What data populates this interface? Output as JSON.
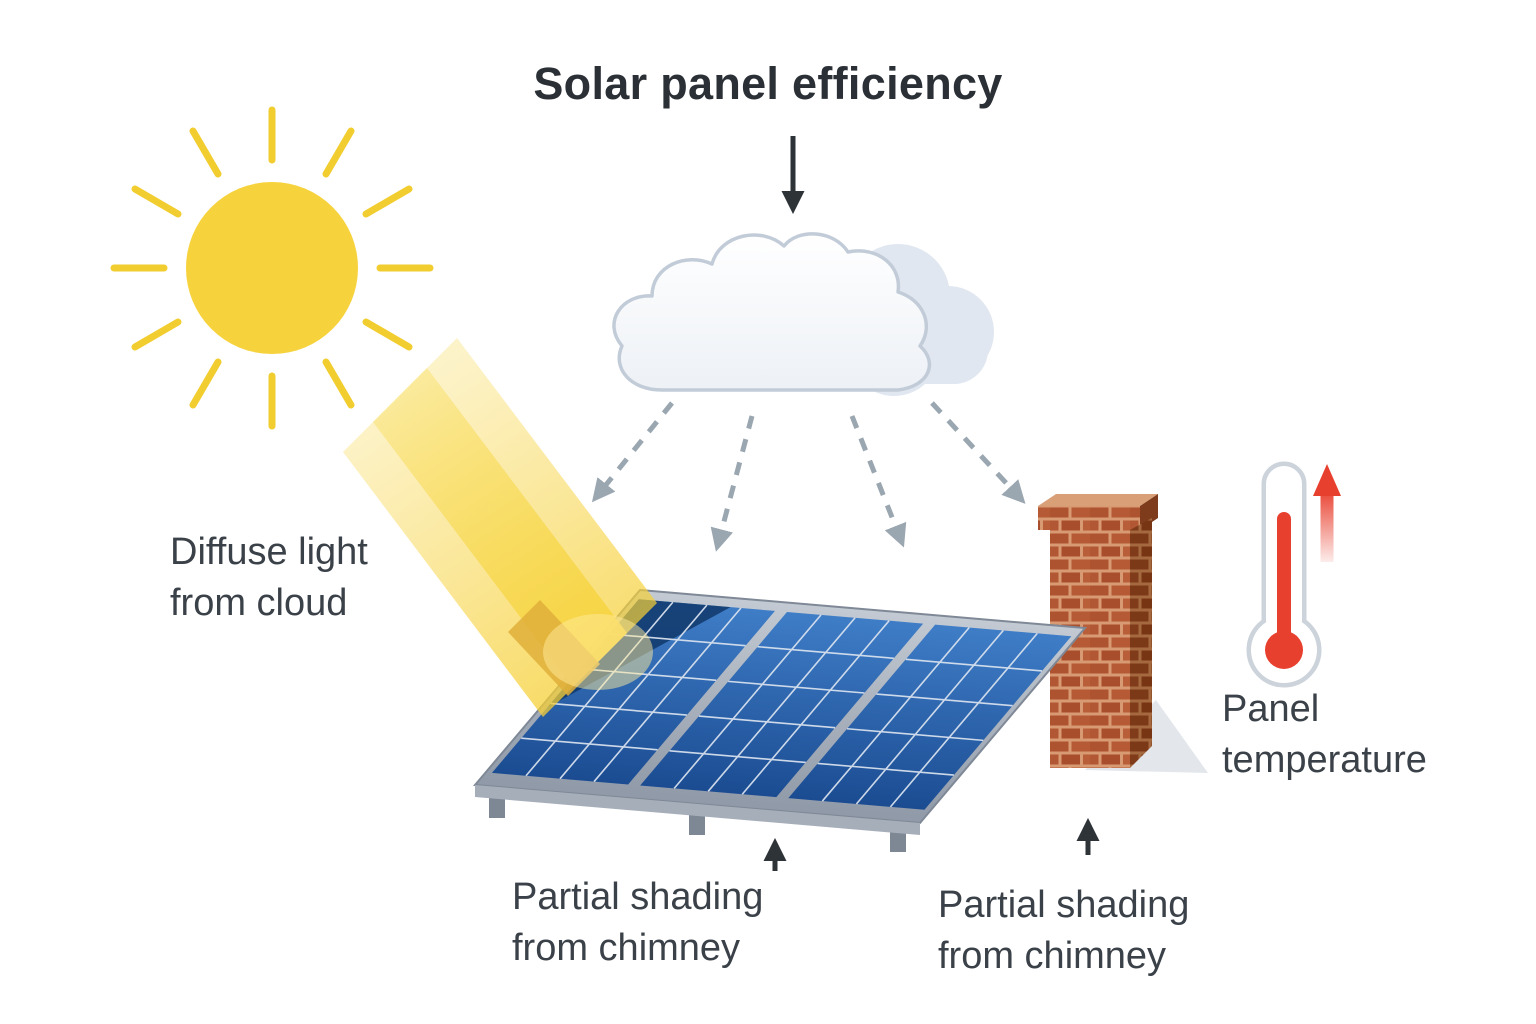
{
  "title": "Solar panel efficiency",
  "annotations": {
    "diffuse_light": {
      "line1": "Diffuse light",
      "line2": "from cloud"
    },
    "shading_left": {
      "line1": "Partial shading",
      "line2": "from chimney"
    },
    "shading_right": {
      "line1": "Partial shading",
      "line2": "from chimney"
    },
    "panel_temperature": {
      "line1": "Panel",
      "line2": "temperature"
    }
  },
  "figure": {
    "elements": [
      "sun",
      "sunbeam",
      "cloud",
      "diffuse-light-arrows",
      "solar-panel-array",
      "chimney",
      "thermometer",
      "temperature-rise-arrow"
    ],
    "solar_panel": {
      "panel_count": 3,
      "cell_columns_per_panel": 4,
      "cell_rows_per_panel": 5
    }
  },
  "icons": {
    "sun": "sun-icon",
    "cloud": "cloud-icon",
    "thermometer": "thermometer-icon",
    "temperature_arrow": "arrow-up-icon",
    "title_arrow": "arrow-down-icon",
    "diffuse_arrows": "dashed-arrow-icon",
    "shading_arrows": "arrow-up-icon"
  },
  "colors": {
    "sun": "#f6d23c",
    "beam": "#f7d64b",
    "panel_blue_top": "#3f7dc7",
    "panel_blue_bottom": "#1b4c92",
    "panel_frame": "#a9b2bf",
    "grid_line": "#d7e1ee",
    "brick": "#b0572f",
    "mortar": "#d89a72",
    "cloud_outline": "#c2ccd8",
    "cloud_back": "#e1e7f0",
    "dashed_arrow": "#9aa6b0",
    "thermometer_red": "#e8402f",
    "text": "#3b4148"
  }
}
